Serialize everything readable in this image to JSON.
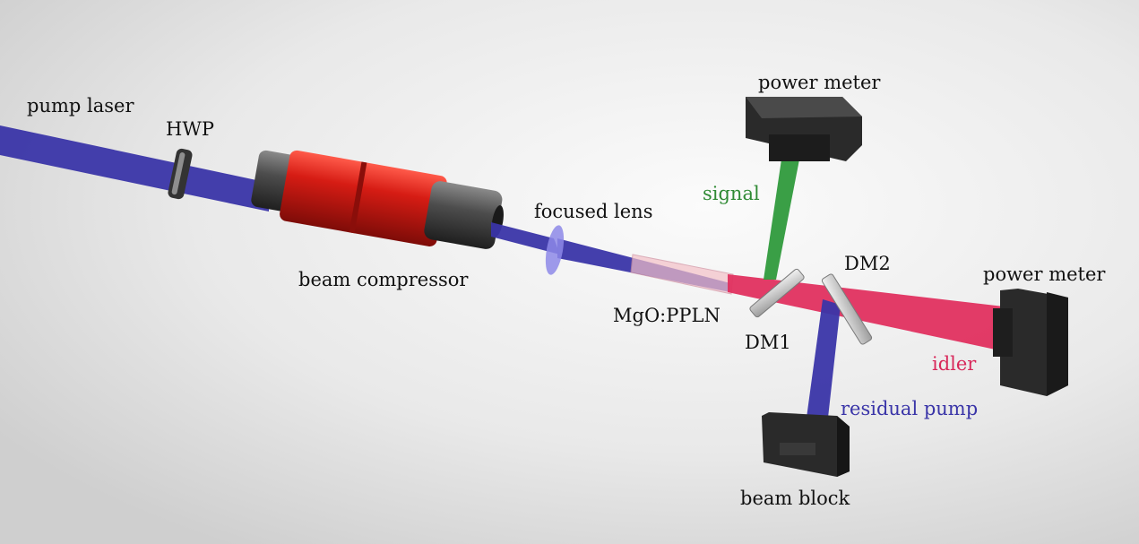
{
  "labels": {
    "pump_laser": "pump laser",
    "hwp": "HWP",
    "beam_compressor": "beam compressor",
    "focused_lens": "focused lens",
    "crystal": "MgO:PPLN",
    "signal": "signal",
    "power_meter_signal": "power meter",
    "dm2": "DM2",
    "dm1": "DM1",
    "power_meter_idler": "power meter",
    "idler": "idler",
    "residual_pump": "residual pump",
    "beam_block": "beam block"
  },
  "colors": {
    "pump": "#3a35a8",
    "signal": "#2f9a3c",
    "idler": "#e0305f",
    "compressor_red": "#c81818",
    "compressor_gray": "#4a4a4a",
    "meter_body": "#2c2c2c",
    "text_default": "#111111",
    "text_signal": "#2f8a34",
    "text_idler": "#d8285a",
    "text_residual": "#3a35a8"
  }
}
